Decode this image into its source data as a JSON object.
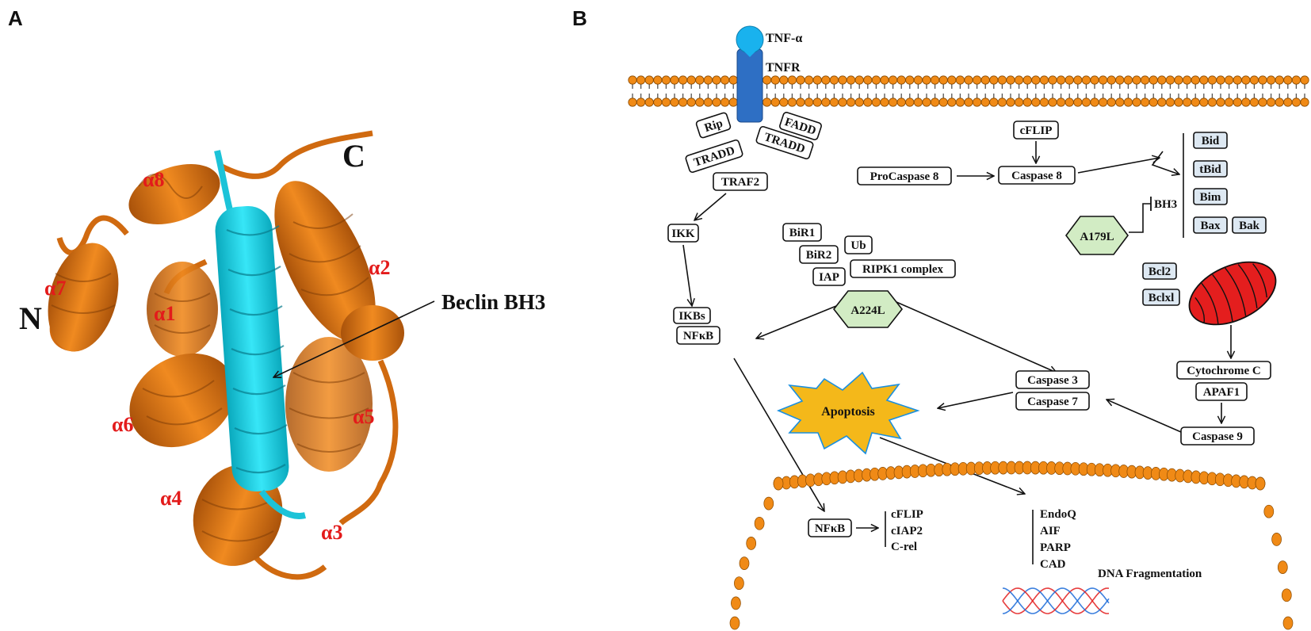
{
  "panels": [
    "A",
    "B"
  ],
  "panel_a": {
    "terminals": {
      "n": "N",
      "c": "C"
    },
    "helices": [
      "α1",
      "α2",
      "α3",
      "α4",
      "α5",
      "α6",
      "α7",
      "α8"
    ],
    "bh3_label": "Beclin BH3",
    "colors": {
      "protein": "#e07514",
      "bh3_helix": "#22d3e8"
    }
  },
  "panel_b": {
    "receptor": {
      "ligand": "TNF-α",
      "receptor": "TNFR"
    },
    "adaptors": [
      "Rip",
      "TRADD",
      "FADD",
      "TRADD",
      "TRAF2"
    ],
    "nfkb_path": {
      "ikk": "IKK",
      "ikbs": "IKBs",
      "nfkb": "NFκB"
    },
    "iap_group": [
      "BiR1",
      "BiR2",
      "IAP",
      "Ub",
      "RIPK1 complex"
    ],
    "viral_proteins": [
      "A224L",
      "A179L"
    ],
    "caspase_path": {
      "procaspase8": "ProCaspase 8",
      "cflip": "cFLIP",
      "caspase8": "Caspase 8"
    },
    "bh3_proteins": [
      "Bid",
      "tBid",
      "Bim",
      "Bax",
      "Bak"
    ],
    "bh3_label": "BH3",
    "anti_apoptotic": [
      "Bcl2",
      "Bclxl"
    ],
    "mito_path": {
      "cytc": "Cytochrome C",
      "apaf1": "APAF1",
      "casp9": "Caspase 9"
    },
    "executioners": [
      "Caspase 3",
      "Caspase 7"
    ],
    "apoptosis": "Apoptosis",
    "nucleus": {
      "nfkb": "NFκB",
      "nfkb_targets": [
        "cFLIP",
        "cIAP2",
        "C-rel"
      ],
      "effectors": [
        "EndoQ",
        "AIF",
        "PARP",
        "CAD"
      ],
      "dna_label": "DNA Fragmentation"
    },
    "colors": {
      "membrane": "#f08a16",
      "receptor": "#2e6fc4",
      "ligand": "#19b2ee",
      "virus": "#d2ecc4",
      "apoptosis": "#f4b81a",
      "mitochondrion": "#e41e1e",
      "box_fill_blue": "#dde8f2"
    }
  }
}
